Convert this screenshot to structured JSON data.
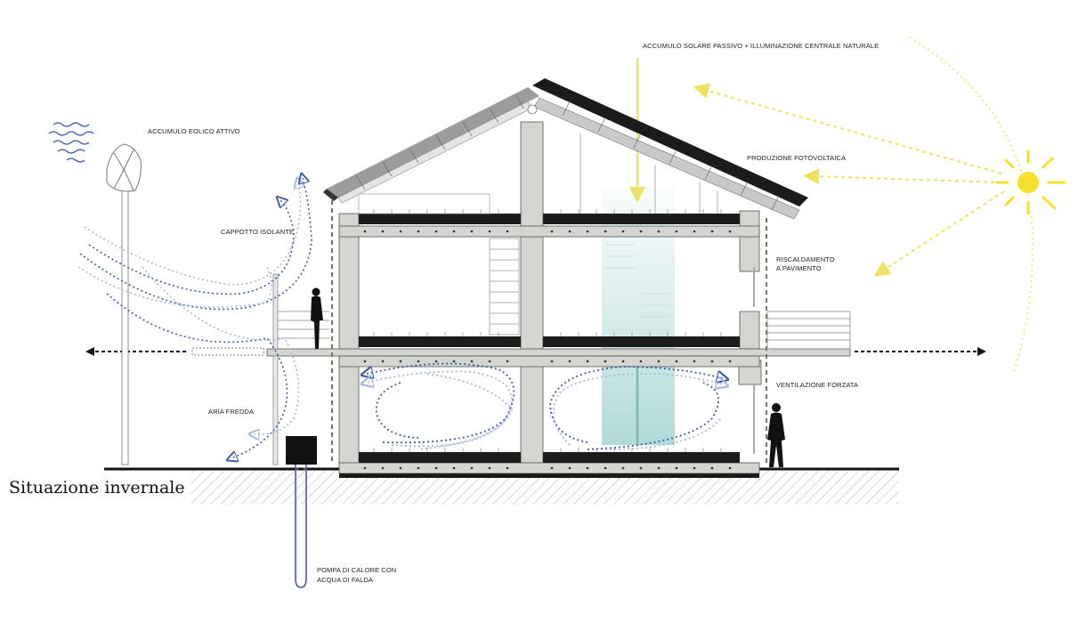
{
  "title": "Situazione invernale",
  "labels": {
    "passive_solar": "ACCUMULO SOLARE PASSIVO + ILLUMINAZIONE CENTRALE NATURALE",
    "wind": "ACCUMULO EOLICO ATTIVO",
    "photovoltaic": "PRODUZIONE FOTOVOLTAICA",
    "insulation": "CAPPOTTO ISOLANTE",
    "floor_heating_1": "RISCALDAMENTO",
    "floor_heating_2": "A PAVIMENTO",
    "forced_ventilation": "VENTILAZIONE FORZATA",
    "cold_air": "ARIA FREDDA",
    "heat_pump_1": "POMPA DI CALORE CON",
    "heat_pump_2": "ACQUA DI FALDA"
  },
  "colors": {
    "sun": "#f6e12a",
    "sun_rays": "#efe262",
    "cold_air": "#3e5aa8",
    "warm_air_light": "#a7b8d8",
    "structure": "#d3d6d0",
    "roof": "#1b1b1b",
    "lightwell": "#a7d5d3",
    "ground_hatch": "#b3b3b3",
    "heat_pump_pipe": "#4b5d9c"
  }
}
